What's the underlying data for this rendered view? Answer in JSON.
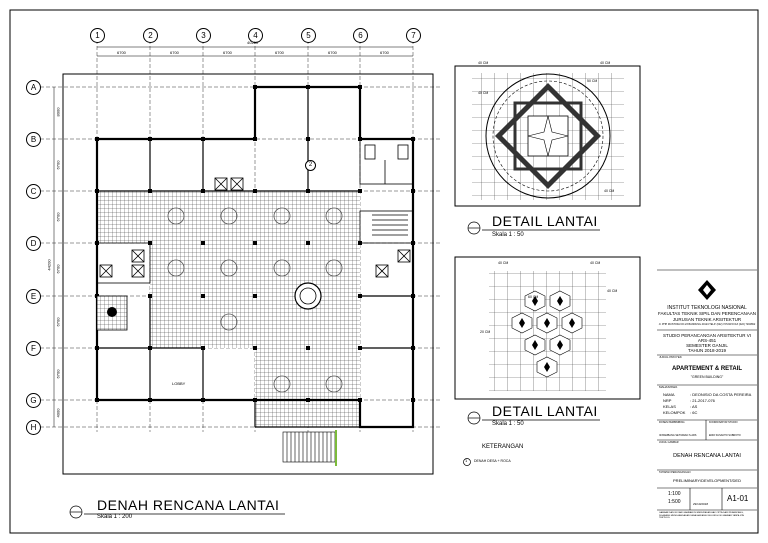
{
  "grid": {
    "columns": [
      "1",
      "2",
      "3",
      "4",
      "5",
      "6",
      "7"
    ],
    "rows": [
      "A",
      "B",
      "C",
      "D",
      "E",
      "F",
      "G",
      "H"
    ],
    "col_dims": [
      "6700",
      "6700",
      "6700",
      "6700",
      "6700",
      "6700"
    ],
    "total_dim": "40200",
    "row_dims": [
      "8000",
      "6700",
      "6700",
      "6700",
      "6700",
      "6700",
      "4000"
    ],
    "total_row_dim": "44200"
  },
  "main_plan": {
    "title": "DENAH RENCANA LANTAI",
    "scale": "Skala 1 : 200",
    "room_label": "LOBBY",
    "label_number": "2"
  },
  "detail_top": {
    "title": "DETAIL LANTAI",
    "scale": "Skala 1 : 50",
    "dims": [
      "40 CM",
      "40 CM",
      "40 CM",
      "50 CM",
      "40 CM"
    ]
  },
  "detail_bottom": {
    "title": "DETAIL LANTAI",
    "scale": "Skala 1 : 50",
    "dims": [
      "40 CM",
      "40 CM",
      "20 CM",
      "60 CM",
      "40 CM"
    ]
  },
  "keterangan": {
    "heading": "KETERANGAN",
    "item_number": "1",
    "item_text": "DENAH DESA + ROCA"
  },
  "title_block": {
    "institution": "INSTITUT TEKNOLOGI NASIONAL",
    "faculty": "FAKULTAS TEKNIK SIPIL DAN PERENCANAAN",
    "department": "JURUSAN TEKNIK ARSITEKTUR",
    "address": "Jl. PHH MUSTOFA NO.23 BANDUNG 40124 TELP. (022) 7272215 FAX (022) 7202892",
    "studio": "STUDIO PERANCANGAN ARSITEKTUR VI",
    "code": "ARS-451",
    "semester": "SEMESTER GANJIL",
    "year": "TAHUN 2018-2019",
    "project_label": "JUDUL PROYEK",
    "project": "APARTEMENT & RETAIL",
    "theme": "\"GREEN BUILDING\"",
    "student_label": "MAHASISWA",
    "name_label": "NAMA",
    "name": ": DEONISIO DA COSTA PEREIRA",
    "nrp_label": "NRP",
    "nrp": ": 21-2017-076",
    "kelas_label": "KELAS",
    "kelas": ": AS",
    "kelompok_label": "KELOMPOK",
    "kelompok": ": 6C",
    "lecturer_label": "DOSEN PEMBIMBING",
    "coord_label": "KOORDINATOR STUDIO",
    "lecturer": "IR.BAMBANG SETIAWAN S.ARS",
    "coord": "EDDI SUSANTO SUBROTO",
    "sheet_label": "JUDUL GAMBAR",
    "sheet_title": "DENAH RENCANA LANTAI",
    "phase_label": "TAHAPAN PERANCANGAN",
    "phase": "PRELIMINARY/DEVELOPMENT/DED",
    "scale_label_1": "1:100",
    "scale_label_2": "1:500",
    "date": "29/10/2018",
    "sheet_no": "A1-01",
    "disclaimer": "GAMBAR DAN ISI DARI GAMBAR INI MERUPAKAN HAK CIPTA DARI PERANCANG, DILARANG MENGGANDAKAN SEBAGIAN ATAU SELURUH ISI GAMBAR TANPA IZIN TERTULIS."
  }
}
